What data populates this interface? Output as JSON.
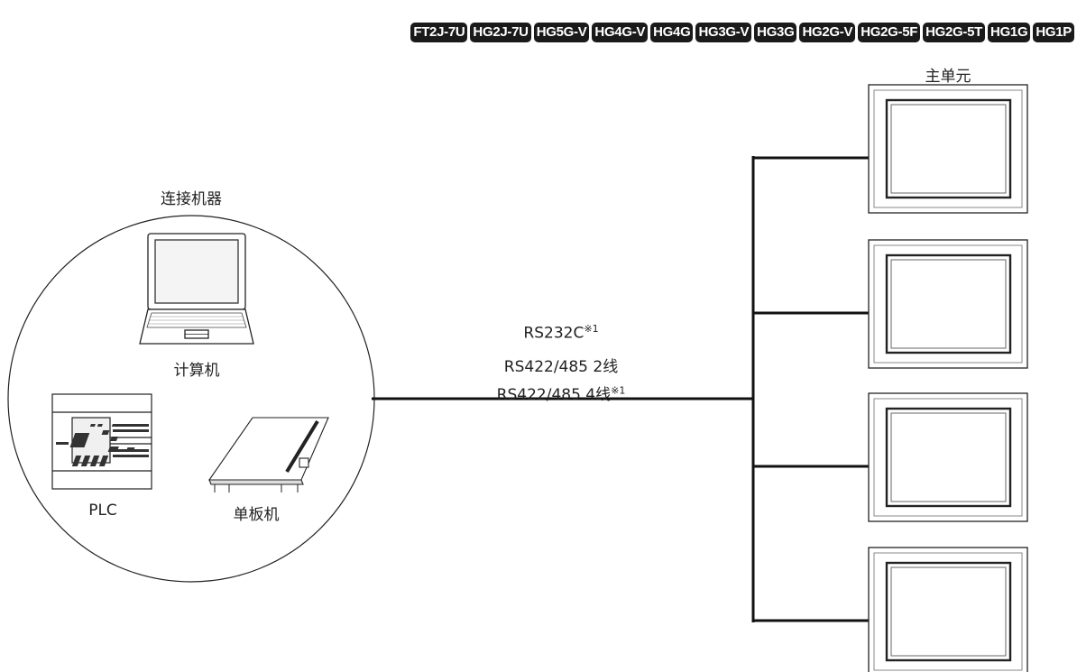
{
  "models": [
    "FT2J-7U",
    "HG2J-7U",
    "HG5G-V",
    "HG4G-V",
    "HG4G",
    "HG3G-V",
    "HG3G",
    "HG2G-V",
    "HG2G-5F",
    "HG2G-5T",
    "HG1G",
    "HG1P"
  ],
  "labels": {
    "main_unit": "主单元",
    "connected_devices": "连接机器",
    "computer": "计算机",
    "plc": "PLC",
    "single_board": "单板机"
  },
  "link": {
    "line1": "RS232C",
    "line1_note": "※1",
    "line2": "RS422/485 2线",
    "line3": "RS422/485 4线",
    "line3_note": "※1"
  }
}
